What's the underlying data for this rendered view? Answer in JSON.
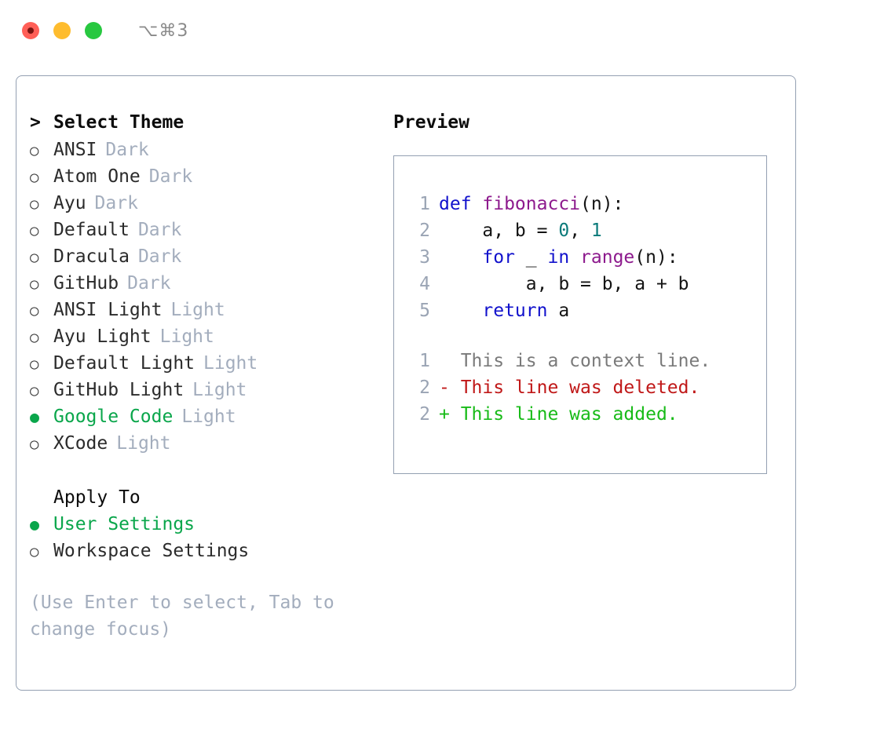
{
  "titlebar": {
    "shortcut": "⌥⌘3",
    "buttons": [
      {
        "name": "close",
        "color": "#ff5f57"
      },
      {
        "name": "minimize",
        "color": "#febc2e"
      },
      {
        "name": "maximize",
        "color": "#28c840"
      }
    ]
  },
  "left": {
    "caret": ">",
    "heading": "Select Theme",
    "marker_off": "○",
    "marker_on": "●",
    "themes": [
      {
        "label": "ANSI",
        "tag": "Dark",
        "selected": false
      },
      {
        "label": "Atom One",
        "tag": "Dark",
        "selected": false
      },
      {
        "label": "Ayu",
        "tag": "Dark",
        "selected": false
      },
      {
        "label": "Default",
        "tag": "Dark",
        "selected": false
      },
      {
        "label": "Dracula",
        "tag": "Dark",
        "selected": false
      },
      {
        "label": "GitHub",
        "tag": "Dark",
        "selected": false
      },
      {
        "label": "ANSI Light",
        "tag": "Light",
        "selected": false
      },
      {
        "label": "Ayu Light",
        "tag": "Light",
        "selected": false
      },
      {
        "label": "Default Light",
        "tag": "Light",
        "selected": false
      },
      {
        "label": "GitHub Light",
        "tag": "Light",
        "selected": false
      },
      {
        "label": "Google Code",
        "tag": "Light",
        "selected": true
      },
      {
        "label": "XCode",
        "tag": "Light",
        "selected": false
      }
    ],
    "apply_to_title": "Apply To",
    "apply_to": [
      {
        "label": "User Settings",
        "selected": true
      },
      {
        "label": "Workspace Settings",
        "selected": false
      }
    ],
    "hint": "(Use Enter to select, Tab to change focus)"
  },
  "right": {
    "title": "Preview",
    "code": [
      {
        "no": "1",
        "tokens": [
          {
            "t": "def ",
            "c": "kw"
          },
          {
            "t": "fibonacci",
            "c": "fn"
          },
          {
            "t": "(n):",
            "c": "pln"
          }
        ]
      },
      {
        "no": "2",
        "tokens": [
          {
            "t": "    a, b = ",
            "c": "pln"
          },
          {
            "t": "0",
            "c": "num"
          },
          {
            "t": ", ",
            "c": "pln"
          },
          {
            "t": "1",
            "c": "num"
          }
        ]
      },
      {
        "no": "3",
        "tokens": [
          {
            "t": "    ",
            "c": "pln"
          },
          {
            "t": "for",
            "c": "kw"
          },
          {
            "t": " _ ",
            "c": "pln"
          },
          {
            "t": "in",
            "c": "kw"
          },
          {
            "t": " ",
            "c": "pln"
          },
          {
            "t": "range",
            "c": "fn"
          },
          {
            "t": "(n):",
            "c": "pln"
          }
        ]
      },
      {
        "no": "4",
        "tokens": [
          {
            "t": "        a, b = b, a + b",
            "c": "pln"
          }
        ]
      },
      {
        "no": "5",
        "tokens": [
          {
            "t": "    ",
            "c": "pln"
          },
          {
            "t": "return",
            "c": "kw"
          },
          {
            "t": " a",
            "c": "pln"
          }
        ]
      }
    ],
    "diff": [
      {
        "no": "1",
        "tokens": [
          {
            "t": "  This is a context line.",
            "c": "ctx"
          }
        ]
      },
      {
        "no": "2",
        "tokens": [
          {
            "t": "- This line was deleted.",
            "c": "del"
          }
        ]
      },
      {
        "no": "2",
        "tokens": [
          {
            "t": "+ This line was added.",
            "c": "add"
          }
        ]
      }
    ]
  },
  "colors": {
    "accent_green": "#0aa64b",
    "border": "#94a0b2",
    "muted": "#a3adbd",
    "keyword": "#1111cc",
    "function": "#8d1a8d",
    "number": "#0a7a7a",
    "diff_deleted": "#c01818",
    "diff_added": "#18bb18"
  }
}
